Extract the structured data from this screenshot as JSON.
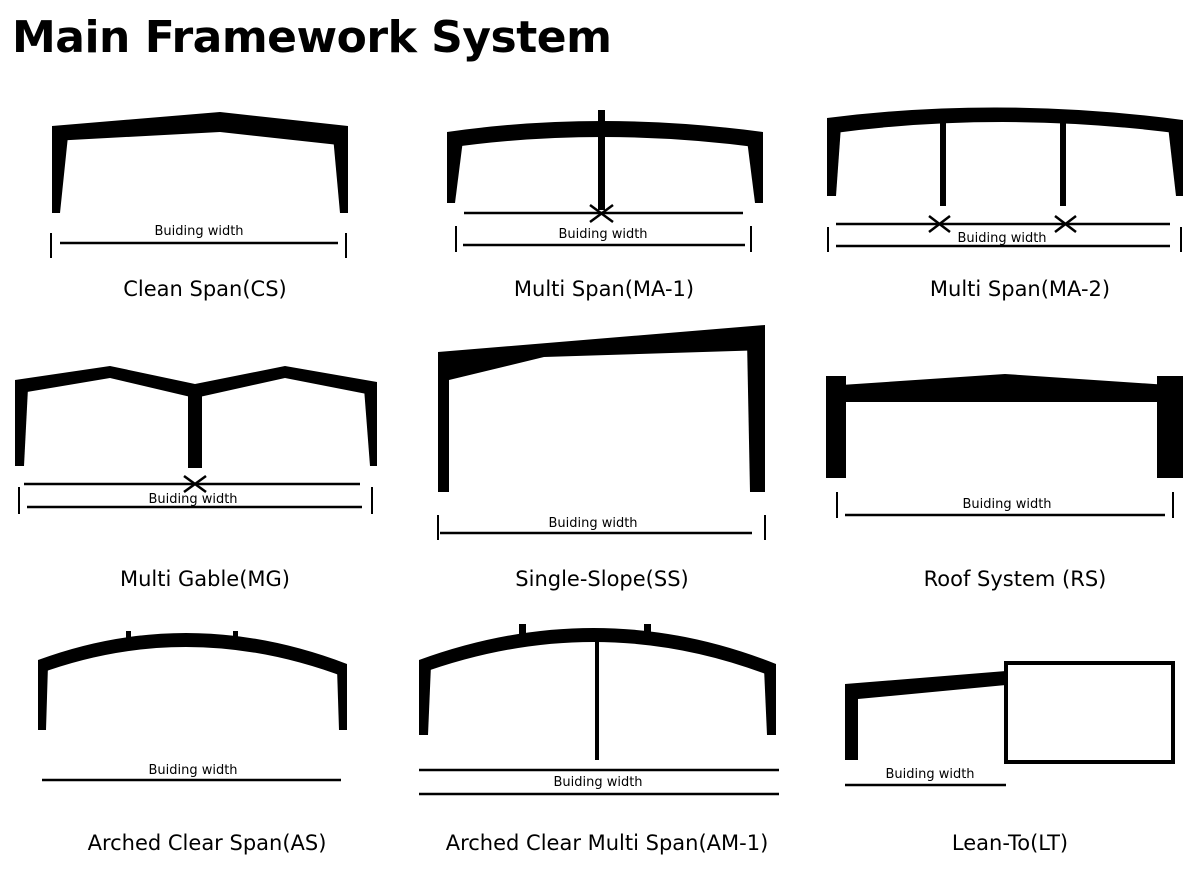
{
  "title": "Main Framework System",
  "dimension_label": "Buiding width",
  "frames": [
    {
      "code": "CS",
      "caption": "Clean Span(CS)"
    },
    {
      "code": "MA-1",
      "caption": "Multi Span(MA-1)"
    },
    {
      "code": "MA-2",
      "caption": "Multi Span(MA-2)"
    },
    {
      "code": "MG",
      "caption": "Multi Gable(MG)"
    },
    {
      "code": "SS",
      "caption": "Single-Slope(SS)"
    },
    {
      "code": "RS",
      "caption": "Roof System (RS)"
    },
    {
      "code": "AS",
      "caption": "Arched Clear Span(AS)"
    },
    {
      "code": "AM-1",
      "caption": "Arched Clear Multi Span(AM-1)"
    },
    {
      "code": "LT",
      "caption": "Lean-To(LT)"
    }
  ]
}
